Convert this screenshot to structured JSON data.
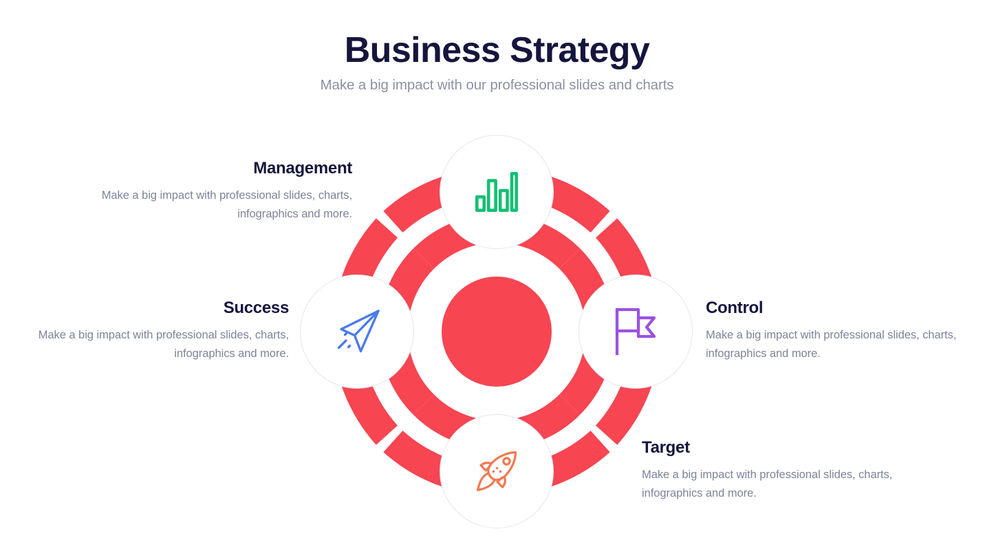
{
  "header": {
    "title": "Business Strategy",
    "subtitle": "Make a big impact with our professional slides and charts"
  },
  "colors": {
    "ring_red": "#f74552",
    "title_navy": "#15153d",
    "body_gray": "#7e839a",
    "circle_border": "#e2e6ed",
    "icon_bar_chart_green": "#14bf72",
    "icon_paper_plane_blue": "#4a7bea",
    "icon_flag_purple": "#9a52e0",
    "icon_rocket_orange": "#f2784f"
  },
  "diagram": {
    "center_disc": {
      "label": "center-disc",
      "color": "#f74552"
    },
    "rings": [
      {
        "name": "inner-ring",
        "segments": 4,
        "gap_positions": [
          "ne",
          "se",
          "sw",
          "nw"
        ]
      },
      {
        "name": "outer-ring",
        "segments": 4,
        "gap_positions": [
          "ne",
          "se",
          "sw",
          "nw"
        ]
      }
    ]
  },
  "nodes": [
    {
      "id": "management",
      "label": "Management",
      "desc": "Make a big impact with professional slides, charts, infographics and more.",
      "icon": "bar-chart-icon",
      "icon_color": "#14bf72",
      "position": "top"
    },
    {
      "id": "success",
      "label": "Success",
      "desc": "Make a big impact with professional slides, charts, infographics and more.",
      "icon": "paper-plane-icon",
      "icon_color": "#4a7bea",
      "position": "left"
    },
    {
      "id": "control",
      "label": "Control",
      "desc": "Make a big impact with professional slides, charts, infographics and more.",
      "icon": "flag-icon",
      "icon_color": "#9a52e0",
      "position": "right"
    },
    {
      "id": "target",
      "label": "Target",
      "desc": "Make a big impact with professional slides, charts, infographics and more.",
      "icon": "rocket-icon",
      "icon_color": "#f2784f",
      "position": "bottom"
    }
  ]
}
